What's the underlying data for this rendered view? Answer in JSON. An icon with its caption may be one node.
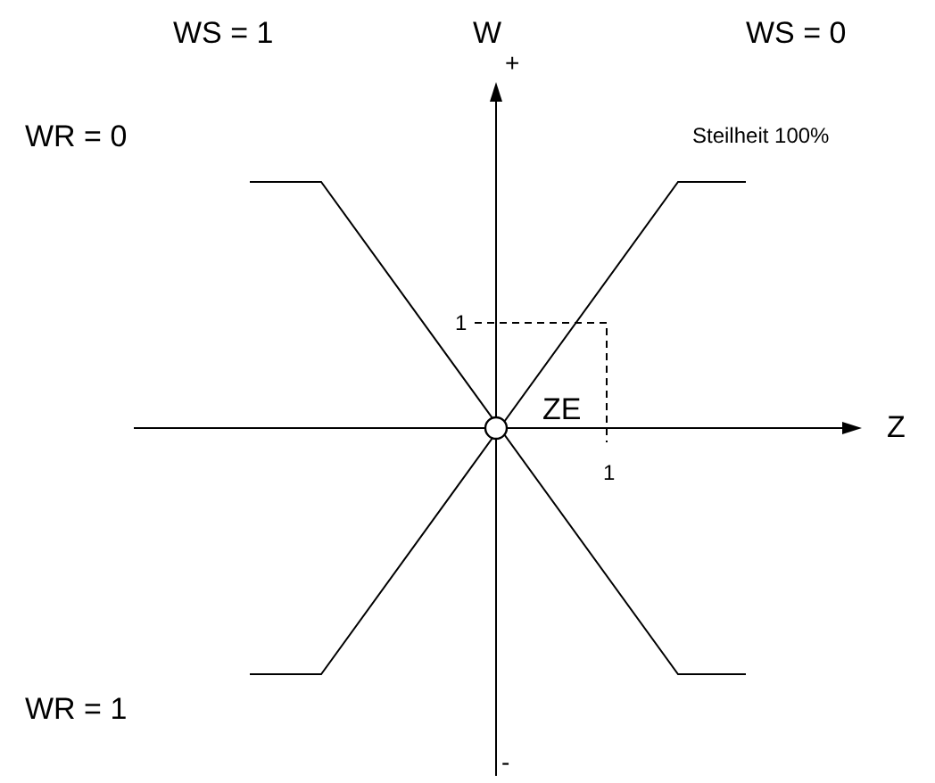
{
  "diagram": {
    "labels": [
      "WS = 1",
      "W",
      "WS = 0",
      "+",
      "WR = 0",
      "Steilheit 100%",
      "1",
      "ZE",
      "Z",
      "1",
      "WR = 1",
      "-"
    ]
  }
}
